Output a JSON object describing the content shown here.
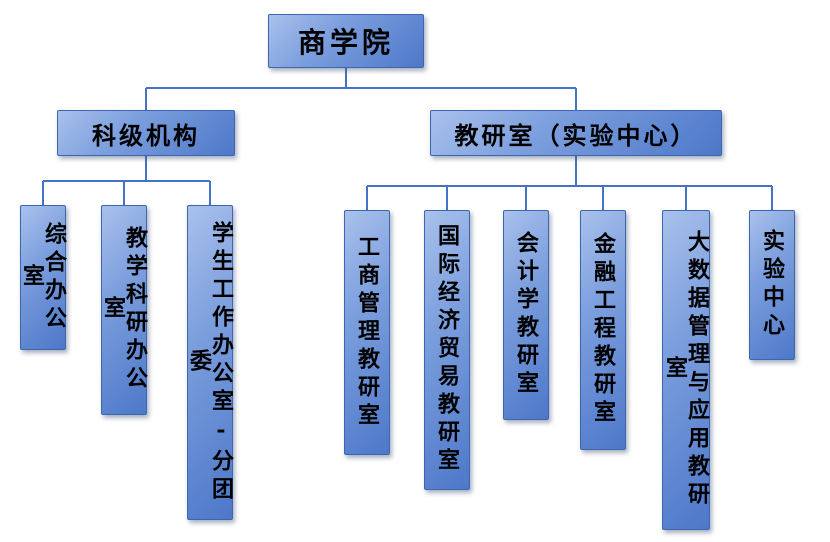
{
  "org_chart": {
    "type": "org-tree",
    "root": {
      "label": "商学院"
    },
    "branches": [
      {
        "label": "科级机构",
        "children": [
          {
            "label": "综合办公室"
          },
          {
            "label": "教学科研办公室"
          },
          {
            "label": "学生工作办公室-分团委"
          }
        ]
      },
      {
        "label": "教研室（实验中心）",
        "children": [
          {
            "label": "工商管理教研室"
          },
          {
            "label": "国际经济贸易教研室"
          },
          {
            "label": "会计学教研室"
          },
          {
            "label": "金融工程教研室"
          },
          {
            "label": "大数据管理与应用教研室"
          },
          {
            "label": "实验中心"
          }
        ]
      }
    ],
    "colors": {
      "box_fill_light": "#a9c1ec",
      "box_fill_dark": "#4d78c9",
      "box_border": "#3d66ad",
      "connector_line": "#4472c4",
      "text": "#000000",
      "background": "#ffffff"
    }
  }
}
